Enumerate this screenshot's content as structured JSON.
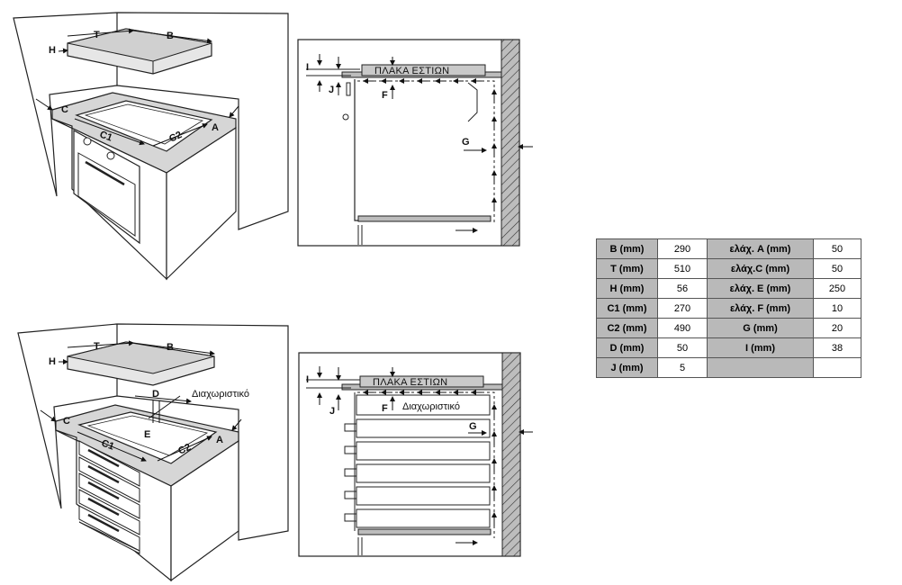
{
  "diagram_top_left": {
    "labels": {
      "T": "T",
      "B": "B",
      "H": "H",
      "C": "C",
      "A": "A",
      "C1": "C1",
      "C2": "C2"
    }
  },
  "diagram_bottom_left": {
    "labels": {
      "T": "T",
      "B": "B",
      "H": "H",
      "C": "C",
      "A": "A",
      "C1": "C1",
      "C2": "C2",
      "D": "D",
      "E": "E"
    },
    "divider_label": "Διαχωριστικό"
  },
  "section_top": {
    "hob_label": "ΠΛΑΚΑ ΕΣΤΙΩΝ",
    "labels": {
      "I": "I",
      "J": "J",
      "F": "F",
      "G": "G"
    }
  },
  "section_bottom": {
    "hob_label": "ΠΛΑΚΑ ΕΣΤΙΩΝ",
    "divider_label": "Διαχωριστικό",
    "labels": {
      "I": "I",
      "J": "J",
      "F": "F",
      "G": "G"
    }
  },
  "dimensions_table": {
    "rows": [
      [
        "B (mm)",
        "290",
        "ελάχ. A (mm)",
        "50"
      ],
      [
        "T (mm)",
        "510",
        "ελάχ.C (mm)",
        "50"
      ],
      [
        "H (mm)",
        "56",
        "ελάχ. E (mm)",
        "250"
      ],
      [
        "C1 (mm)",
        "270",
        "ελάχ. F (mm)",
        "10"
      ],
      [
        "C2 (mm)",
        "490",
        "G (mm)",
        "20"
      ],
      [
        "D (mm)",
        "50",
        "I (mm)",
        "38"
      ],
      [
        "J (mm)",
        "5",
        "",
        ""
      ]
    ]
  }
}
